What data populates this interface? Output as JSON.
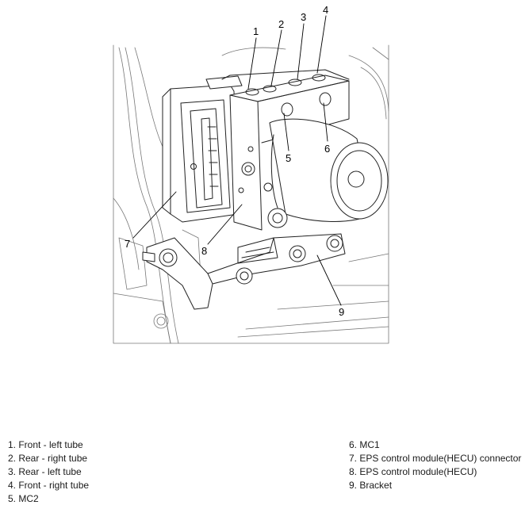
{
  "callouts": [
    "1",
    "2",
    "3",
    "4",
    "5",
    "6",
    "7",
    "8",
    "9"
  ],
  "legend": {
    "left": [
      "1. Front - left tube",
      "2. Rear - right tube",
      "3. Rear - left tube",
      "4. Front - right tube",
      "5. MC2"
    ],
    "right": [
      "6. MC1",
      "7. EPS control module(HECU) connector",
      "8. EPS control module(HECU)",
      "9. Bracket"
    ]
  }
}
